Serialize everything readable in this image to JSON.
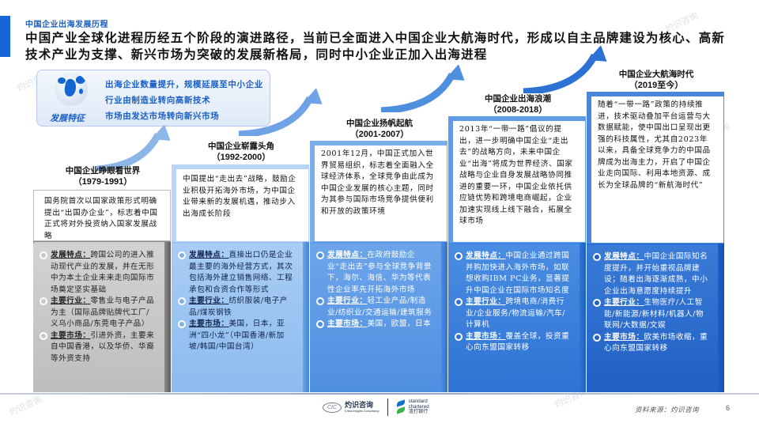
{
  "header": {
    "kicker": "中国企业出海发展历程",
    "headline": "中国产业全球化进程历经五个阶段的演进路径，当前已全面进入中国企业大航海时代，形成以自主品牌建设为核心、高新技术产业为支撑、新兴市场为突破的发展新格局，同时中小企业正加入出海进程",
    "accent_color": "#1565d8"
  },
  "features": {
    "label": "发展特征",
    "icon": "globe-icon",
    "items": [
      "出海企业数量提升，规模延展至中小企业",
      "行业由制造业转向高新技术",
      "市场由发达市场转向新兴市场"
    ]
  },
  "stages": [
    {
      "title": "中国企业睁眼看世界",
      "years": "（1979-1991）",
      "summary": "国务院首次以国家政策形式明确提出“出国办企业”，标志着中国正式将对外投资纳入国家发展战略",
      "bullets": [
        {
          "label": "发展特点：",
          "text": "跨国公司的进入推动现代产业的发展，并在无形中为本土企业未来走向国际市场奠定坚实基础"
        },
        {
          "label": "主要行业：",
          "text": "零售业与电子产品为主（国际品牌贴牌代工厂/义乌小商品/东莞电子产品）"
        },
        {
          "label": "主要市场：",
          "text": "引进外资，主要来自中国香港，以及华侨、华裔等外资支持"
        }
      ]
    },
    {
      "title": "中国企业崭露头角",
      "years": "（1992-2000）",
      "summary": "中国提出“走出去”战略，鼓励企业积极开拓海外市场，为中国企业带来新的发展机遇，推动步入出海成长阶段",
      "bullets": [
        {
          "label": "发展特点：",
          "text": "直接出口仍是企业最主要的海外经营方式，其次包括海外建立销售网络、工程承包和合资合作等形式"
        },
        {
          "label": "主要行业：",
          "text": "纺织服装/电子产品/煤炭钢铁"
        },
        {
          "label": "主要市场：",
          "text": "美国，日本，亚洲“四小龙”（中国香港/新加坡/韩国/中国台湾）"
        }
      ]
    },
    {
      "title": "中国企业扬帆起航",
      "years": "（2001-2007）",
      "summary": "2001年12月，中国正式加入世界贸易组织，标志着全面融入全球经济体系，全球竞争由此成为中国企业发展的核心主题，同时为其参与国际市场竞争提供便利和开放的政策环境",
      "bullets": [
        {
          "label": "发展特点：",
          "text": "在政府鼓励企业“走出去”参与全球竞争背景下，海尔、海信、华为等代表性企业率先开拓海外市场"
        },
        {
          "label": "主要行业：",
          "text": "轻工业产品/制造业/纺织业/交通运输/建筑服务"
        },
        {
          "label": "主要市场：",
          "text": "美国，欧盟，日本"
        }
      ]
    },
    {
      "title": "中国企业出海浪潮",
      "years": "（2008-2018）",
      "summary": "2013年“一带一路”倡议的提出，进一步明确中国企业“走出去”的战略方向，未来中国企业“出海”将成为世界经济、国家战略与企业自身发展战略协同推进的重要一环，中国企业依托供应链优势和跨境电商崛起，企业加速实现线上线下融合，拓展全球市场",
      "bullets": [
        {
          "label": "发展特点：",
          "text": "中国企业通过跨国并购加快进入海外市场，如联想收购IBM PC业务，显著提升中国企业在国际市场知名度"
        },
        {
          "label": "主要行业：",
          "text": "跨境电商/消费行业/企业服务/物流运输/汽车/计算机"
        },
        {
          "label": "主要市场：",
          "text": "覆盖全球，投资重心向东盟国家转移"
        }
      ]
    },
    {
      "title": "中国企业大航海时代",
      "years": "（2019至今）",
      "summary": "随着“一带一路”政策的持续推进，技术驱动叠加平台运营与大数据赋能，使中国出口呈现出更强的科技属性，尤其自2023年以来，具备全球竞争力的中国品牌成为出海主力，开启了中国企业走向国际、利用本地资源、成长为全球品牌的“新航海时代”",
      "bullets": [
        {
          "label": "发展特点：",
          "text": "中国企业国际知名度提升，并开始重视品牌建设；随着出海逐渐成熟，中小企业出海意愿度持续提升"
        },
        {
          "label": "主要行业：",
          "text": "生物医疗/人工智能/新能源/新材料/机器人/物联网/大数据/文娱"
        },
        {
          "label": "主要市场：",
          "text": "欧美市场收缩，重心向东盟国家转移"
        }
      ]
    }
  ],
  "footer": {
    "cic_mark": "CIC",
    "cic_name": "灼识咨询",
    "cic_en": "China Insights Consultancy",
    "sc_line1": "standard",
    "sc_line2": "chartered",
    "sc_line3": "渣打银行",
    "source": "资料来源：灼识咨询",
    "page": "6"
  },
  "watermark": "灼识咨询"
}
